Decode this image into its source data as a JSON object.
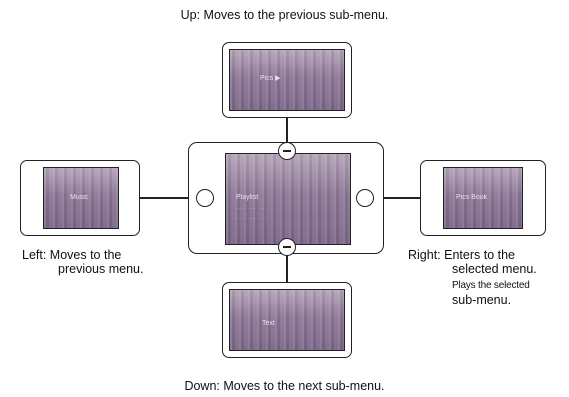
{
  "captions": {
    "up": "Up: Moves to the previous sub-menu.",
    "down": "Down: Moves to the next sub-menu.",
    "left_line1": "Left: Moves to the",
    "left_line2": "previous menu.",
    "right_line1": "Right: Enters to the",
    "right_line2": "selected menu.",
    "right_line3": "Plays the selected",
    "right_line4": "sub-menu."
  },
  "screens": {
    "up": "Pics ▶",
    "left": "Music",
    "center": "Playlist",
    "right": "Pics Book",
    "down": "Text"
  },
  "colors": {
    "screen_top": "#b5a4b9",
    "screen_bottom": "#7c6689",
    "line": "#222222"
  }
}
